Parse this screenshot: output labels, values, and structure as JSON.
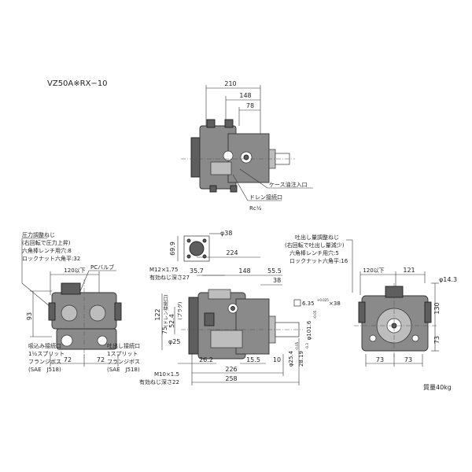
{
  "title": "VZ50A※RX−10",
  "top_view": {
    "dims": [
      "210",
      "148",
      "78"
    ],
    "callouts": [
      "ケース油注入口",
      "ドレン接続口",
      "Rc½"
    ]
  },
  "left_view": {
    "notes": [
      "圧力調整ねじ",
      "(右回転で圧力上昇)",
      "六角棒レンチ用穴:8",
      "ロックナット六角平:32"
    ],
    "pc_valve": "PCバルブ",
    "dims": [
      "120以下",
      "93",
      "72",
      "72"
    ],
    "suction": [
      "吸込み接続口",
      "1½スプリット",
      "フランジボス",
      "(SAE　J518)"
    ],
    "discharge": [
      "吐出し接続口",
      "1スプリット",
      "フランジボス",
      "(SAE　J518)"
    ]
  },
  "middle_view": {
    "dims": [
      "φ38",
      "69.9",
      "224",
      "148",
      "35.7",
      "55.5",
      "38",
      "122",
      "52.4",
      "75",
      "φ25",
      "26.2",
      "15.5",
      "10",
      "226",
      "258"
    ],
    "thread_top": [
      "M12×1.75",
      "有効ねじ深さ27"
    ],
    "thread_bottom": [
      "M10×1.5",
      "有効ねじ深さ22"
    ],
    "drain_label": "(ドレン接続口)",
    "plug_label": "(プラグ)",
    "key": "6.35",
    "key_tol": "+0.025",
    "key_len": "×38",
    "shaft_dia": "φ101.6",
    "shaft_tol": "-0.05",
    "shaft_d": "φ25.4",
    "shaft_d_tol": "-0.05",
    "shaft_h": "28.19",
    "shaft_h_tol": "-0.3"
  },
  "right_view": {
    "notes": [
      "吐出し量調整ねじ",
      "(右回転で吐出し量減少)",
      "六角棒レンチ用穴:5",
      "ロックナット六角平:16"
    ],
    "dims": [
      "120以下",
      "121",
      "φ14.3",
      "130",
      "73",
      "73",
      "73"
    ]
  },
  "weight": "質量40kg",
  "colors": {
    "line": "#333333",
    "body": "#8a8a8a",
    "shade": "#5e5e5e"
  }
}
